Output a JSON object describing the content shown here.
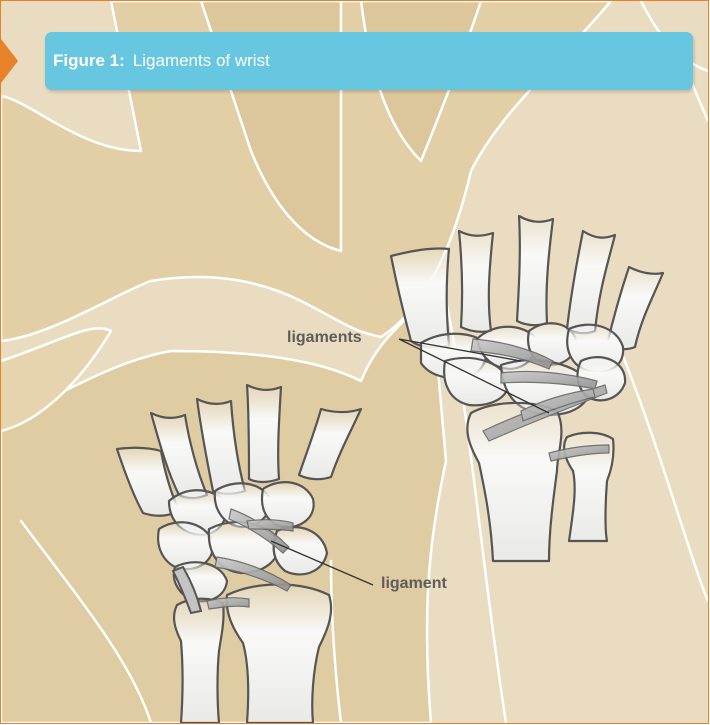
{
  "figure": {
    "label": "Figure 1:",
    "title": "Ligaments of wrist"
  },
  "callouts": {
    "ligaments": "ligaments",
    "ligament": "ligament"
  },
  "colors": {
    "border_accent": "#e8822a",
    "title_bar": "#67c6e0",
    "background": "#eadcc0",
    "hand": "#e2cfa6",
    "bone": "#f7f7f5",
    "bone_outline": "#555555",
    "ligament": "#9c9c9c"
  }
}
